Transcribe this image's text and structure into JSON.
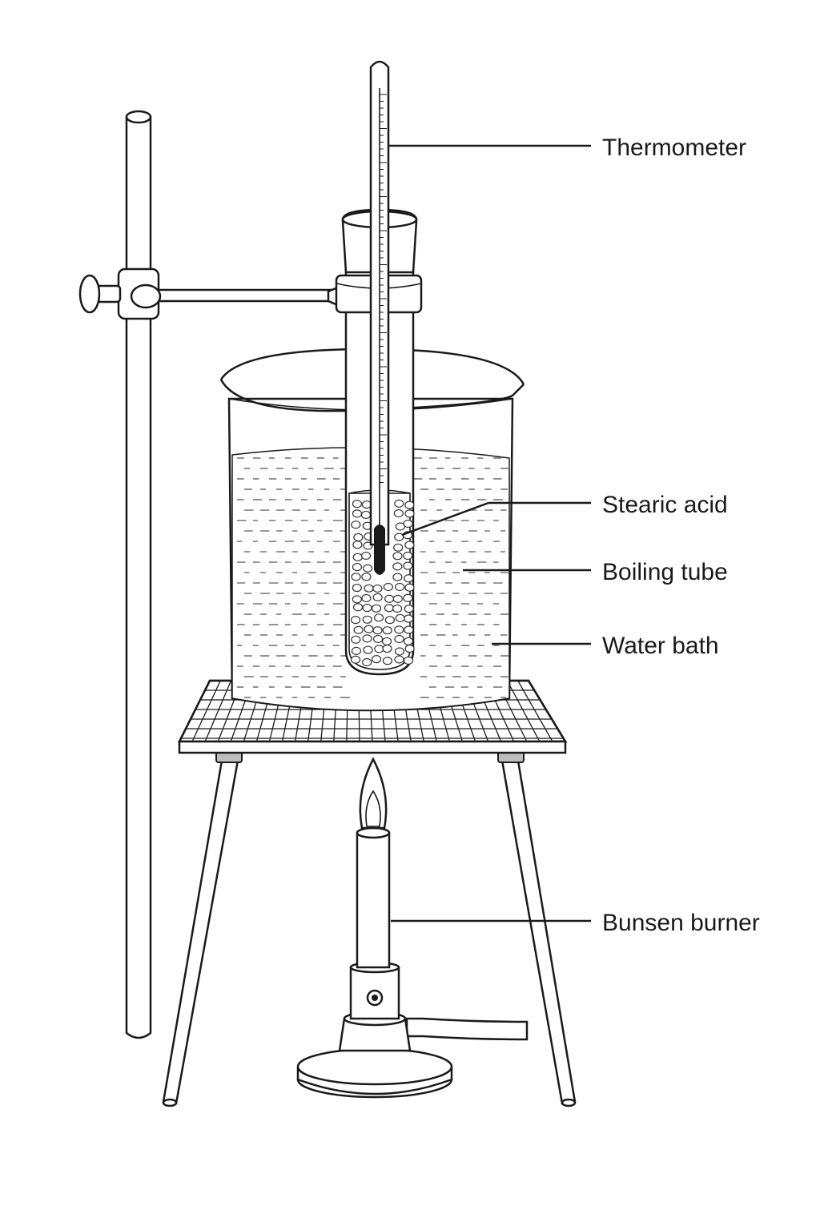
{
  "labels": {
    "thermometer": "Thermometer",
    "stearic_acid": "Stearic acid",
    "boiling_tube": "Boiling tube",
    "water_bath": "Water bath",
    "bunsen_burner": "Bunsen burner"
  },
  "colors": {
    "line": "#1a1a1a",
    "water_dash": "#6d6d6d",
    "background": "#ffffff"
  }
}
